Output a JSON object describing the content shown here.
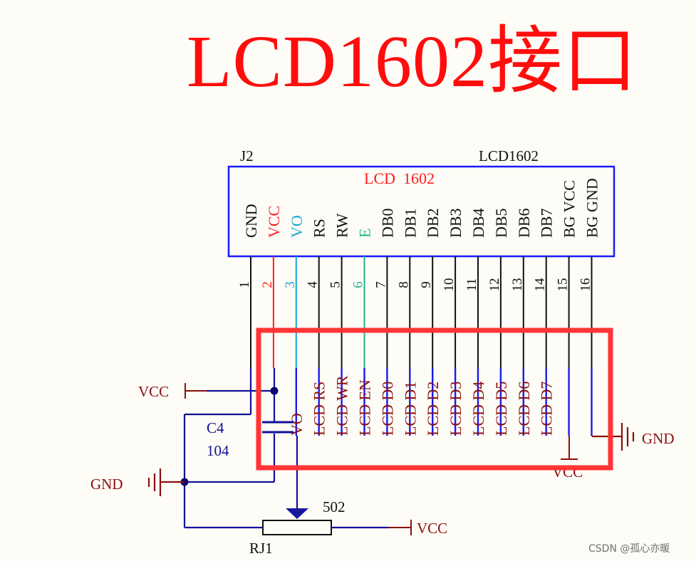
{
  "title": "LCD1602接口",
  "connector": {
    "ref": "J2",
    "part": "LCD1602",
    "body_label": "LCD  1602",
    "pins": [
      {
        "num": "1",
        "name": "GND",
        "color": "#111111"
      },
      {
        "num": "2",
        "name": "VCC",
        "color": "#ff2020"
      },
      {
        "num": "3",
        "name": "VO",
        "color": "#18a6d8"
      },
      {
        "num": "4",
        "name": "RS",
        "color": "#111111"
      },
      {
        "num": "5",
        "name": "RW",
        "color": "#111111"
      },
      {
        "num": "6",
        "name": "E",
        "color": "#21b08a"
      },
      {
        "num": "7",
        "name": "DB0",
        "color": "#111111"
      },
      {
        "num": "8",
        "name": "DB1",
        "color": "#111111"
      },
      {
        "num": "9",
        "name": "DB2",
        "color": "#111111"
      },
      {
        "num": "10",
        "name": "DB3",
        "color": "#111111"
      },
      {
        "num": "11",
        "name": "DB4",
        "color": "#111111"
      },
      {
        "num": "12",
        "name": "DB5",
        "color": "#111111"
      },
      {
        "num": "13",
        "name": "DB6",
        "color": "#111111"
      },
      {
        "num": "14",
        "name": "DB7",
        "color": "#111111"
      },
      {
        "num": "15",
        "name": "BG VCC",
        "color": "#111111"
      },
      {
        "num": "16",
        "name": "BG GND",
        "color": "#111111"
      }
    ],
    "pin_num_colors": [
      "#111111",
      "#ff2020",
      "#18a6d8",
      "#111111",
      "#111111",
      "#21b08a",
      "#111111",
      "#111111",
      "#111111",
      "#111111",
      "#111111",
      "#111111",
      "#111111",
      "#111111",
      "#111111",
      "#111111"
    ]
  },
  "net_labels": [
    "VO",
    "LCD RS",
    "LCD WR",
    "LCD EN",
    "LCD D0",
    "LCD D1",
    "LCD D2",
    "LCD D3",
    "LCD D4",
    "LCD D5",
    "LCD D6",
    "LCD D7"
  ],
  "power": {
    "vcc_left": "VCC",
    "gnd_left": "GND",
    "gnd_right": "GND",
    "vcc_bottom": "VCC",
    "vcc_pin15": "VCC"
  },
  "capacitor": {
    "ref": "C4",
    "value": "104"
  },
  "potentiometer": {
    "ref": "RJ1",
    "value": "502"
  },
  "watermark": "CSDN @孤心亦暖",
  "colors": {
    "title": "#ff0d0d",
    "box": "#1a1aff",
    "wire": "#111199",
    "net": "#8b0f0f",
    "highlight": "#ff3535",
    "junction": "#0a0a6e"
  }
}
